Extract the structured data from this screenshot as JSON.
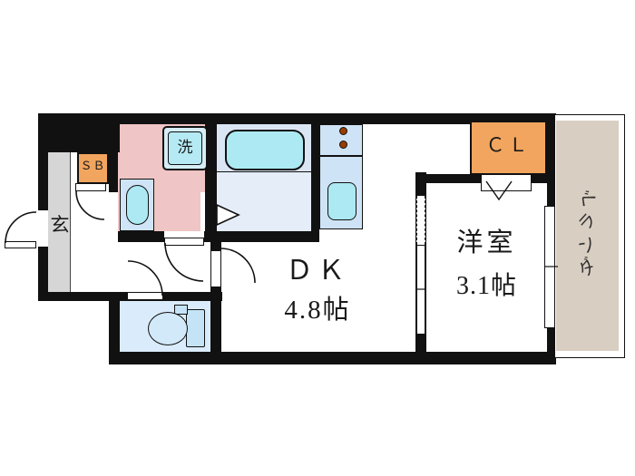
{
  "plan": {
    "type": "apartment-floor-plan",
    "rooms": {
      "dk": {
        "label": "ＤＫ",
        "size": "4.8帖"
      },
      "western_room": {
        "label": "洋室",
        "size": "3.1帖"
      },
      "entrance": {
        "label": "玄"
      },
      "shoe_box": {
        "label": "ＳＢ"
      },
      "washing_machine": {
        "label": "洗"
      },
      "closet": {
        "label": "ＣＬ"
      },
      "veranda": {
        "label": "ベランダ",
        "chars": [
          "ベ",
          "ラ",
          "ン",
          "ダ"
        ]
      },
      "bathroom": {
        "label": ""
      },
      "toilet": {
        "label": ""
      },
      "kitchen": {
        "label": ""
      }
    },
    "colors": {
      "wall": "#111111",
      "washroom_pink": "#f0c5c5",
      "cabinet_orange": "#f2a55e",
      "bath_floor": "#dbe6f5",
      "bath_floor_lower": "#e4edf8",
      "fixture_cyan": "#ace9f2",
      "kitchen_counter": "#cfe3f6",
      "toilet_floor": "#daecfb",
      "toilet_fixture": "#c5e3f7",
      "hall_gray": "#d6d6d6",
      "veranda_beige": "#d9cec2",
      "burner_brown": "#993d00"
    }
  }
}
